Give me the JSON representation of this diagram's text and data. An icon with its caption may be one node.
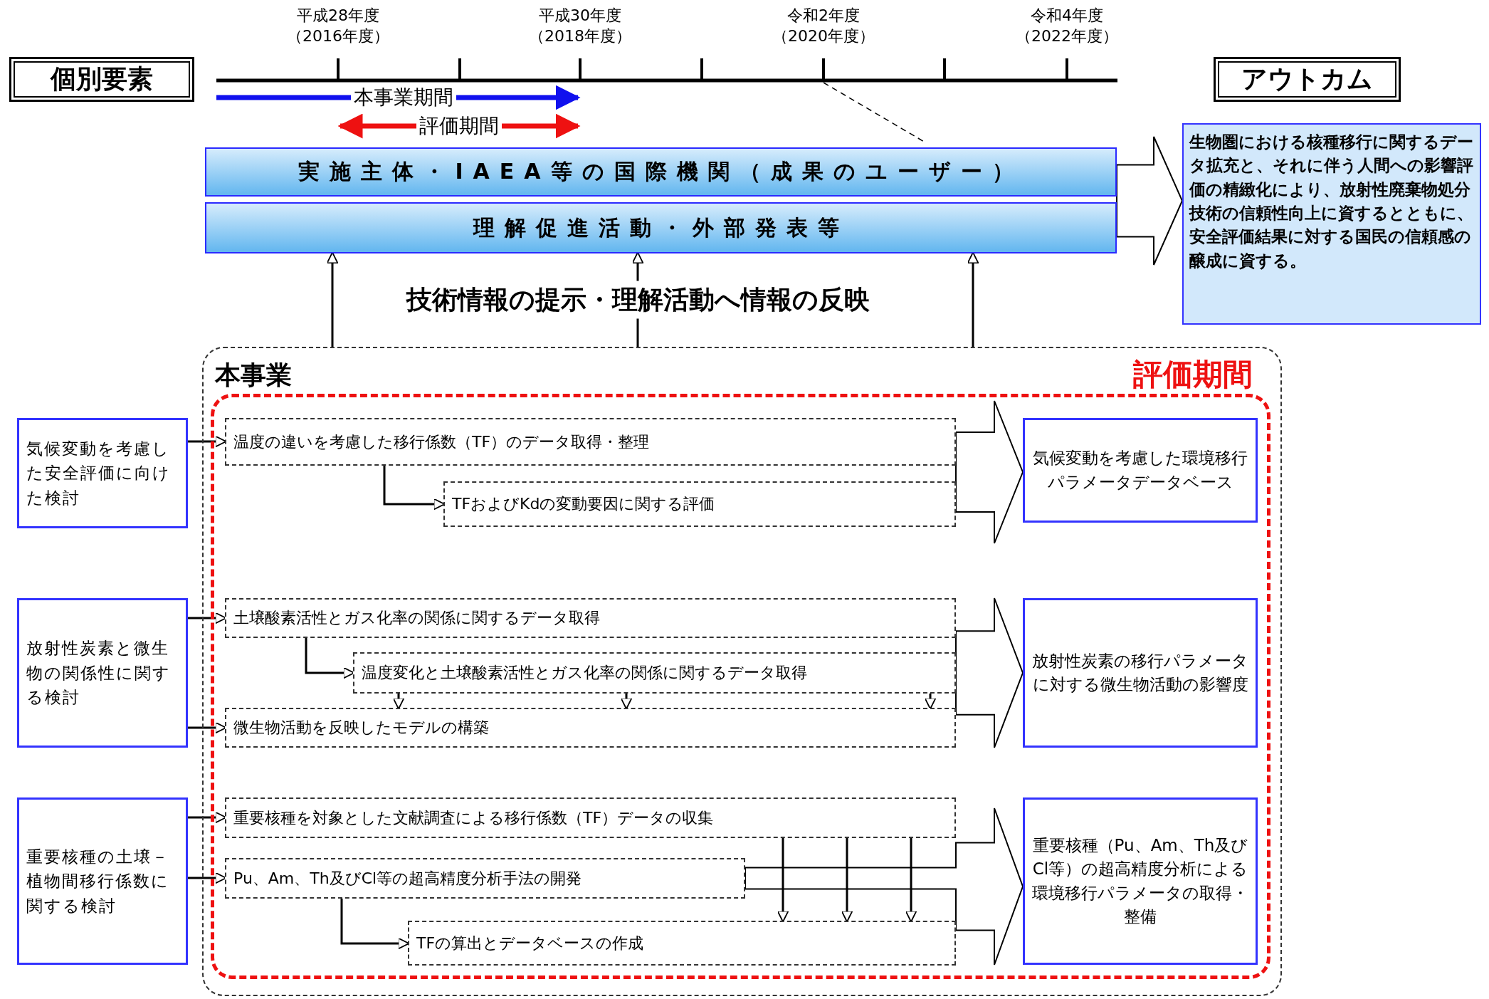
{
  "diagram": {
    "nodes": [
      {
        "text": [
          "個別要素"
        ]
      },
      {
        "text": [
          "アウトカム"
        ]
      },
      {
        "text": [
          "実施主体・IAEA等の国際機関（成果のユーザー）"
        ]
      },
      {
        "text": [
          "理解促進活動・外部発表等"
        ]
      },
      {
        "text": [
          "生物圏における核種移行に関するデータ拡充と、それに伴う人間への影響評価の精緻化により、放射性廃棄物処分技術の信頼性向上に資するとともに、安全評価結果に対する国民の信頼感の醸成に資する。"
        ]
      },
      {
        "text": [
          "気候変動を考慮した安全評価に向けた検討"
        ]
      },
      {
        "text": [
          "放射性炭素と微生物の関係性に関する検討"
        ]
      },
      {
        "text": [
          "重要核種の土壌－植物間移行係数に関する検討"
        ]
      },
      {
        "text": [
          "本事業"
        ]
      },
      {
        "text": [
          "評価期間"
        ],
        "in": 8
      },
      {
        "text": [
          "温度の違いを考慮した移行係数（TF）のデータ取得・整理"
        ],
        "in": 9
      },
      {
        "text": [
          "TFおよびKdの変動要因に関する評価"
        ],
        "in": 9
      },
      {
        "text": [
          "土壌酸素活性とガス化率の関係に関するデータ取得"
        ],
        "in": 9
      },
      {
        "text": [
          "温度変化と土壌酸素活性とガス化率の関係に関するデータ取得"
        ],
        "in": 9
      },
      {
        "text": [
          "微生物活動を反映したモデルの構築"
        ],
        "in": 9
      },
      {
        "text": [
          "重要核種を対象とした文献調査による移行係数（TF）データの収集"
        ],
        "in": 9
      },
      {
        "text": [
          "Pu、Am、Th及びCl等の超高精度分析手法の開発"
        ],
        "in": 9
      },
      {
        "text": [
          "TFの算出とデータベースの作成"
        ],
        "in": 9
      },
      {
        "text": [
          "気候変動を考慮した環境移行パラメータデータベース"
        ],
        "in": 9
      },
      {
        "text": [
          "放射性炭素の移行パラメータに対する微生物活動の影響度"
        ],
        "in": 9
      },
      {
        "text": [
          "重要核種（Pu、Am、Th及びCl等）の超高精度分析による環境移行パラメータの取得・整備"
        ],
        "in": 9
      }
    ],
    "edges": [
      {
        "from": 5,
        "to": 10,
        "arrow": "to"
      },
      {
        "from": 10,
        "to": 11,
        "arrow": "to"
      },
      {
        "from": 10,
        "to": 18,
        "arrow": "to"
      },
      {
        "from": 11,
        "to": 18,
        "arrow": "to"
      },
      {
        "from": 6,
        "to": 12,
        "arrow": "to"
      },
      {
        "from": 6,
        "to": 14,
        "arrow": "to"
      },
      {
        "from": 12,
        "to": 13,
        "arrow": "to"
      },
      {
        "from": 13,
        "to": 14,
        "arrow": "to"
      },
      {
        "from": 13,
        "to": 14,
        "arrow": "to"
      },
      {
        "from": 13,
        "to": 14,
        "arrow": "to"
      },
      {
        "from": 12,
        "to": 19,
        "arrow": "to"
      },
      {
        "from": 13,
        "to": 19,
        "arrow": "to"
      },
      {
        "from": 14,
        "to": 19,
        "arrow": "to"
      },
      {
        "from": 7,
        "to": 15,
        "arrow": "to"
      },
      {
        "from": 7,
        "to": 16,
        "arrow": "to"
      },
      {
        "from": 15,
        "to": 17,
        "arrow": "to"
      },
      {
        "from": 15,
        "to": 17,
        "arrow": "to"
      },
      {
        "from": 15,
        "to": 17,
        "arrow": "to"
      },
      {
        "from": 16,
        "to": 17,
        "arrow": "to"
      },
      {
        "from": 15,
        "to": 20,
        "arrow": "to"
      },
      {
        "from": 16,
        "to": 20,
        "arrow": "to"
      },
      {
        "from": 17,
        "to": 20,
        "arrow": "to"
      },
      {
        "from": 8,
        "to": 3,
        "arrow": "to"
      },
      {
        "from": 8,
        "to": 3,
        "arrow": "to",
        "label": "技術情報の提示・理解活動へ情報の反映"
      },
      {
        "from": 8,
        "to": 3,
        "arrow": "to"
      },
      {
        "from": 2,
        "to": 4,
        "arrow": "to"
      },
      {
        "from": 3,
        "to": 4,
        "arrow": "to"
      }
    ],
    "labels": [
      "平成28年度（2016年度）",
      "平成30年度（2018年度）",
      "令和2年度（2020年度）",
      "令和4年度（2022年度）",
      "本事業期間",
      "評価期間"
    ]
  }
}
